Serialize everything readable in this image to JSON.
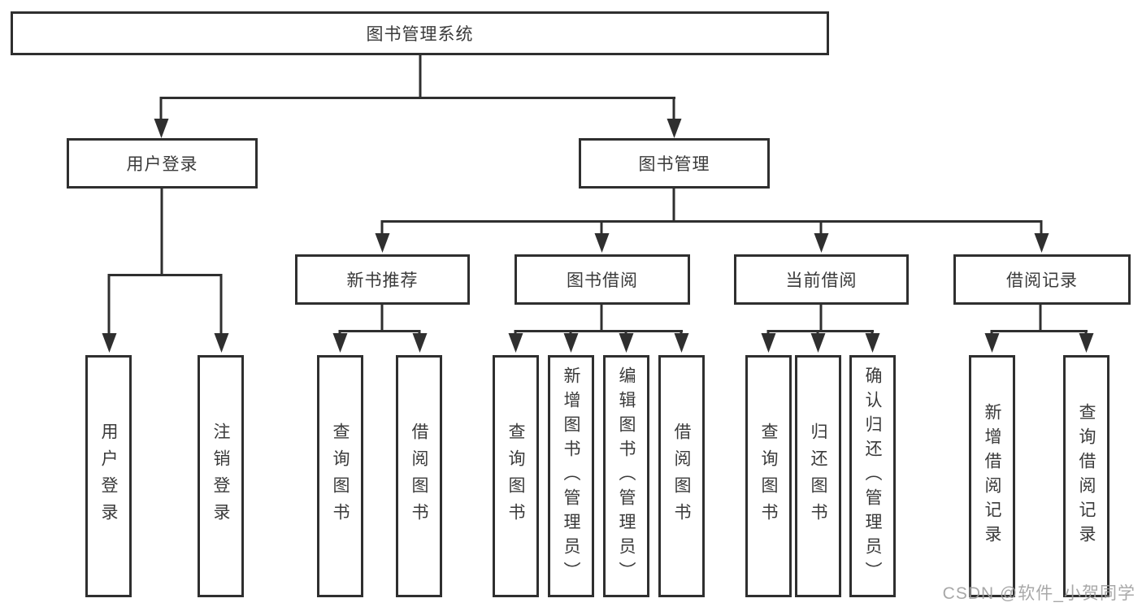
{
  "tree": {
    "label": "图书管理系统",
    "children": [
      {
        "label": "用户登录",
        "children": [
          {
            "label": "用户登录"
          },
          {
            "label": "注销登录"
          }
        ]
      },
      {
        "label": "图书管理",
        "children": [
          {
            "label": "新书推荐",
            "children": [
              {
                "label": "查询图书"
              },
              {
                "label": "借阅图书"
              }
            ]
          },
          {
            "label": "图书借阅",
            "children": [
              {
                "label": "查询图书"
              },
              {
                "label": "新增图书（管理员）"
              },
              {
                "label": "编辑图书（管理员）"
              },
              {
                "label": "借阅图书"
              }
            ]
          },
          {
            "label": "当前借阅",
            "children": [
              {
                "label": "查询图书"
              },
              {
                "label": "归还图书"
              },
              {
                "label": "确认归还（管理员）"
              }
            ]
          },
          {
            "label": "借阅记录",
            "children": [
              {
                "label": "新增借阅记录"
              },
              {
                "label": "查询借阅记录"
              }
            ]
          }
        ]
      }
    ]
  },
  "watermark": {
    "text": "CSDN @软件_小贺同学"
  },
  "colors": {
    "line": "#2f2f2f",
    "text": "#3a3a3a",
    "watermark": "#9e9e9e",
    "background": "#ffffff"
  }
}
